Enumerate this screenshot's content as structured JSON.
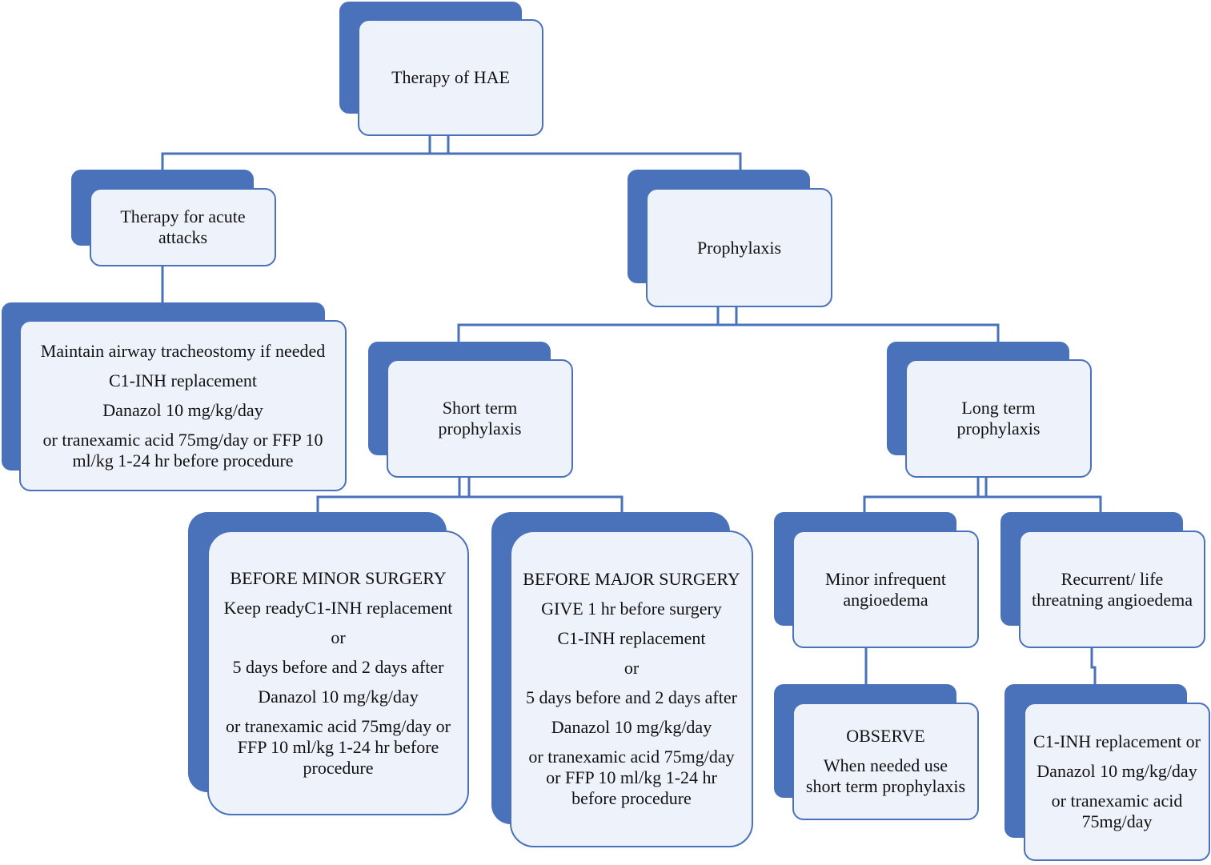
{
  "diagram": {
    "accent": "#4a72ba",
    "fill": "#eef2fb",
    "nodes": {
      "root": {
        "lines": [
          "Therapy of HAE"
        ]
      },
      "acute": {
        "lines": [
          "Therapy for acute attacks"
        ]
      },
      "acute_detail": {
        "lines": [
          "Maintain airway tracheostomy if needed",
          "C1-INH replacement",
          "Danazol 10 mg/kg/day",
          "or tranexamic acid 75mg/day or FFP 10 ml/kg 1-24 hr before procedure"
        ]
      },
      "prophylaxis": {
        "lines": [
          "Prophylaxis"
        ]
      },
      "short_term": {
        "lines": [
          "Short term prophylaxis"
        ]
      },
      "long_term": {
        "lines": [
          "Long term prophylaxis"
        ]
      },
      "minor_surgery": {
        "lines": [
          "BEFORE MINOR SURGERY",
          "Keep readyC1-INH replacement",
          "or",
          "5 days before and 2 days after",
          "Danazol 10 mg/kg/day",
          "or tranexamic acid 75mg/day or FFP 10 ml/kg 1-24 hr before procedure"
        ]
      },
      "major_surgery": {
        "lines": [
          "BEFORE MAJOR SURGERY",
          "GIVE 1 hr before surgery",
          "C1-INH replacement",
          "or",
          "5 days before and 2 days after",
          "Danazol 10 mg/kg/day",
          "or tranexamic acid 75mg/day or FFP 10 ml/kg 1-24 hr before procedure"
        ]
      },
      "minor_infrequent": {
        "lines": [
          "Minor infrequent angioedema"
        ]
      },
      "recurrent": {
        "lines": [
          "Recurrent/ life threatning angioedema"
        ]
      },
      "observe": {
        "lines": [
          "OBSERVE",
          "When needed use short term prophylaxis"
        ]
      },
      "c1inh_long": {
        "lines": [
          "C1-INH replacement or",
          "Danazol 10 mg/kg/day",
          "or tranexamic acid 75mg/day"
        ]
      }
    }
  }
}
